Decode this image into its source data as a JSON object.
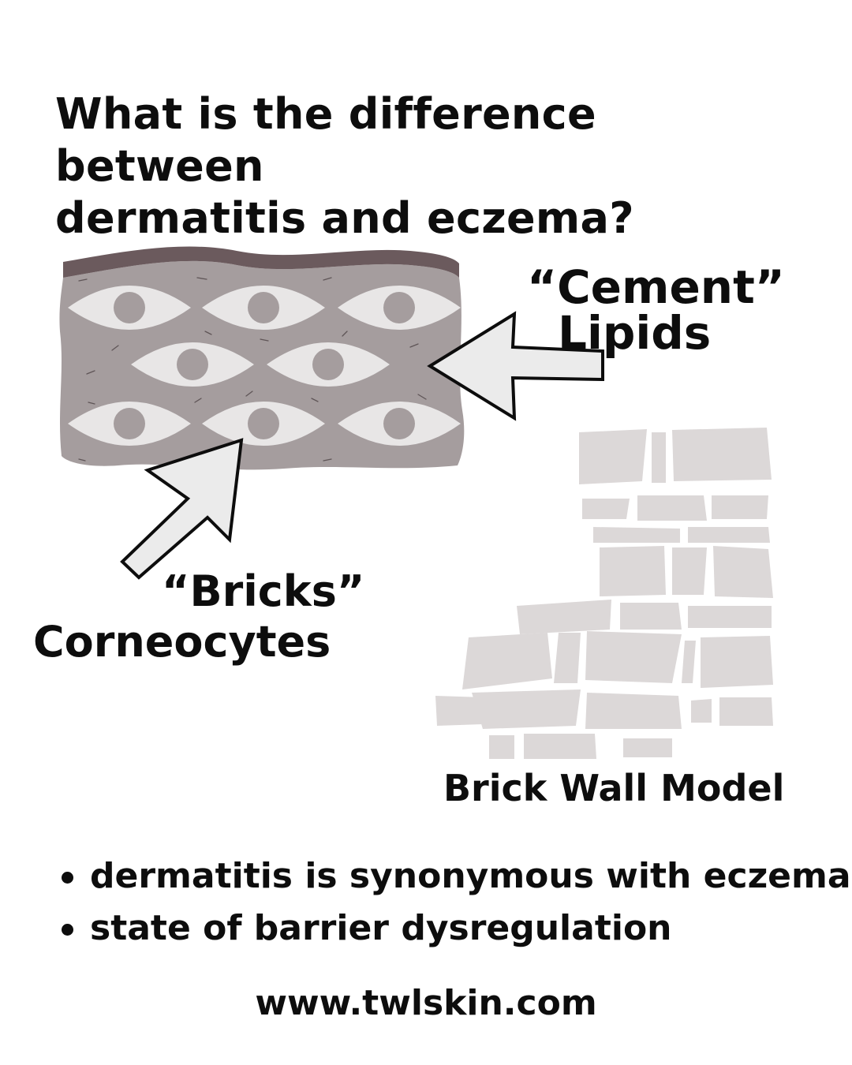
{
  "title": {
    "line1": "What is the difference between",
    "line2": "dermatitis and eczema?"
  },
  "diagram": {
    "cement_label": "“Cement”",
    "lipids_label": "Lipids",
    "bricks_label": "“Bricks”",
    "corneocytes_label": "Corneocytes",
    "model_label": "Brick Wall Model"
  },
  "facts": [
    "dermatitis is synonymous with eczema",
    "state of barrier dysregulation"
  ],
  "website": "www.twlskin.com",
  "colors": {
    "skin_layer": "#a59d9e",
    "surface_layer": "#6b5a5d",
    "cell": "#e8e6e6",
    "nucleus": "#a59d9e",
    "arrow_fill": "#ebebeb",
    "wall_brick": "#dcd8d8",
    "text": "#0d0d0d"
  },
  "icons": [
    "brick-wall-icon",
    "arrow-icon"
  ]
}
